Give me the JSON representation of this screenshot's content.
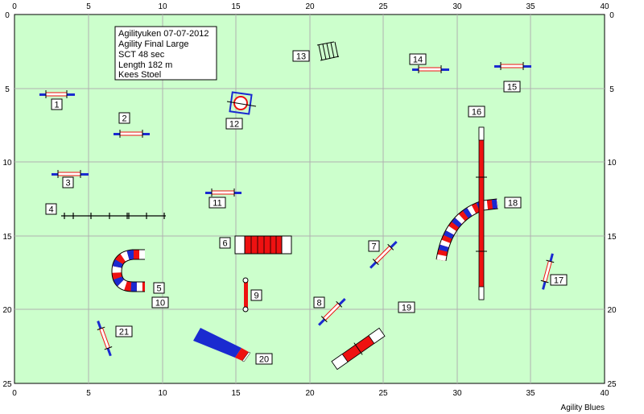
{
  "course_info": {
    "lines": [
      "Agilityuken 07-07-2012",
      "Agility Final Large",
      "SCT 48 sec",
      "Length 182 m",
      "Kees Stoel"
    ]
  },
  "axis": {
    "x_ticks": [
      "0",
      "5",
      "10",
      "15",
      "20",
      "25",
      "30",
      "35",
      "40"
    ],
    "y_ticks": [
      "0",
      "5",
      "10",
      "15",
      "20",
      "25"
    ]
  },
  "credit": "Agility Blues",
  "obstacles": [
    {
      "number": "1",
      "type": "jump"
    },
    {
      "number": "2",
      "type": "jump"
    },
    {
      "number": "3",
      "type": "jump"
    },
    {
      "number": "4",
      "type": "dog walk"
    },
    {
      "number": "5",
      "type": "tunnel"
    },
    {
      "number": "6",
      "type": "tunnel"
    },
    {
      "number": "7",
      "type": "jump"
    },
    {
      "number": "8",
      "type": "jump"
    },
    {
      "number": "9",
      "type": "long jump"
    },
    {
      "number": "10",
      "type": "tunnel"
    },
    {
      "number": "11",
      "type": "jump"
    },
    {
      "number": "12",
      "type": "tyre"
    },
    {
      "number": "13",
      "type": "weave poles"
    },
    {
      "number": "14",
      "type": "jump"
    },
    {
      "number": "15",
      "type": "jump"
    },
    {
      "number": "16",
      "type": "dog walk"
    },
    {
      "number": "17",
      "type": "jump"
    },
    {
      "number": "18",
      "type": "tunnel"
    },
    {
      "number": "19",
      "type": "a-frame"
    },
    {
      "number": "20",
      "type": "chute"
    },
    {
      "number": "21",
      "type": "jump"
    }
  ],
  "colors": {
    "field": "#ccffcc",
    "grid": "#b0b0b0",
    "red": "#ee1111",
    "blue": "#1a2ad0",
    "white": "#ffffff"
  }
}
